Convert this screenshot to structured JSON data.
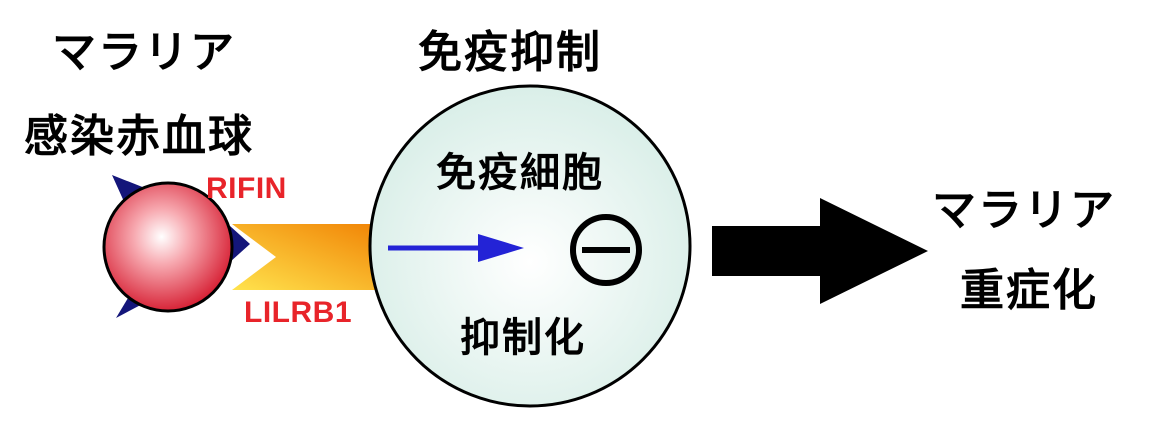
{
  "labels": {
    "malaria_top": "マラリア",
    "infected_rbc": "感染赤血球",
    "immune_suppression": "免疫抑制",
    "immune_cell": "免疫細胞",
    "suppression": "抑制化",
    "rifin": "RIFIN",
    "lilrb1": "LILRB1",
    "malaria_right": "マラリア",
    "severe": "重症化"
  },
  "colors": {
    "rbc_center": "#ffffff",
    "rbc_edge": "#d4152a",
    "rifin_triangle": "#14167a",
    "receptor_light": "#ffe34d",
    "receptor_dark": "#f07d00",
    "cell_fill": "#dcf0ea",
    "cell_fill_center": "#ffffff",
    "signal_arrow": "#2323d6",
    "label_red": "#e8242a",
    "main_arrow": "#000000"
  },
  "icons": {
    "inhibition_symbol": "minus-in-circle-icon"
  }
}
